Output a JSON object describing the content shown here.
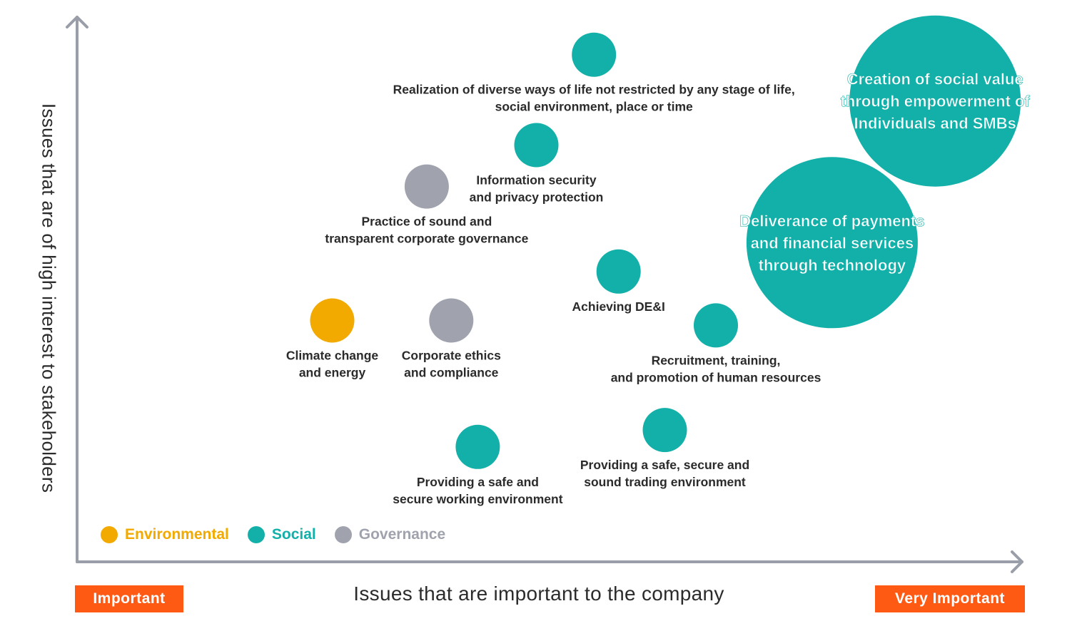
{
  "chart_data": {
    "type": "scatter",
    "xlabel": "Issues that are important to the company",
    "ylabel": "Issues that are of high interest to stakeholders",
    "x_range_labels": {
      "low": "Important",
      "high": "Very Important"
    },
    "legend": {
      "placement": "bottom-left",
      "entries": [
        {
          "name": "Environmental",
          "category": "environmental"
        },
        {
          "name": "Social",
          "category": "social"
        },
        {
          "name": "Governance",
          "category": "governance"
        }
      ]
    },
    "colors": {
      "environmental": "#f2a900",
      "social": "#12b0a8",
      "governance": "#a0a3ad",
      "axis": "#9a9ea8",
      "range_badge": "#ff5a14"
    },
    "xlim": [
      0,
      100
    ],
    "ylim": [
      0,
      100
    ],
    "points": [
      {
        "label": "Realization of diverse ways of life not restricted by any stage of life,\nsocial environment, place or time",
        "x": 54.7,
        "y": 93.1,
        "size": "small",
        "category": "social",
        "label_pos": "below"
      },
      {
        "label": "Information security\nand privacy protection",
        "x": 48.6,
        "y": 76.5,
        "size": "small",
        "category": "social",
        "label_pos": "below"
      },
      {
        "label": "Practice of sound and\ntransparent corporate governance",
        "x": 37.0,
        "y": 68.9,
        "size": "small",
        "category": "governance",
        "label_pos": "below"
      },
      {
        "label": "Achieving DE&I",
        "x": 57.3,
        "y": 53.3,
        "size": "small",
        "category": "social",
        "label_pos": "below"
      },
      {
        "label": "Climate change\nand energy",
        "x": 27.0,
        "y": 44.3,
        "size": "small",
        "category": "environmental",
        "label_pos": "below"
      },
      {
        "label": "Corporate ethics\nand compliance",
        "x": 39.6,
        "y": 44.3,
        "size": "small",
        "category": "governance",
        "label_pos": "below"
      },
      {
        "label": "Recruitment,  training,\nand promotion of human resources",
        "x": 67.6,
        "y": 43.4,
        "size": "small",
        "category": "social",
        "label_pos": "below"
      },
      {
        "label": "Providing a safe, secure and\nsound trading environment",
        "x": 62.2,
        "y": 24.2,
        "size": "small",
        "category": "social",
        "label_pos": "below"
      },
      {
        "label": "Providing a safe and\nsecure working environment",
        "x": 42.4,
        "y": 21.1,
        "size": "small",
        "category": "social",
        "label_pos": "below"
      },
      {
        "label": "Creation of social value\nthrough empowerment of\nIndividuals and SMBs",
        "x": 90.8,
        "y": 84.6,
        "size": "large",
        "category": "social",
        "label_pos": "inside"
      },
      {
        "label": "Deliverance of payments\nand financial services\nthrough technology",
        "x": 79.9,
        "y": 58.6,
        "size": "large",
        "category": "social",
        "label_pos": "inside"
      }
    ]
  }
}
